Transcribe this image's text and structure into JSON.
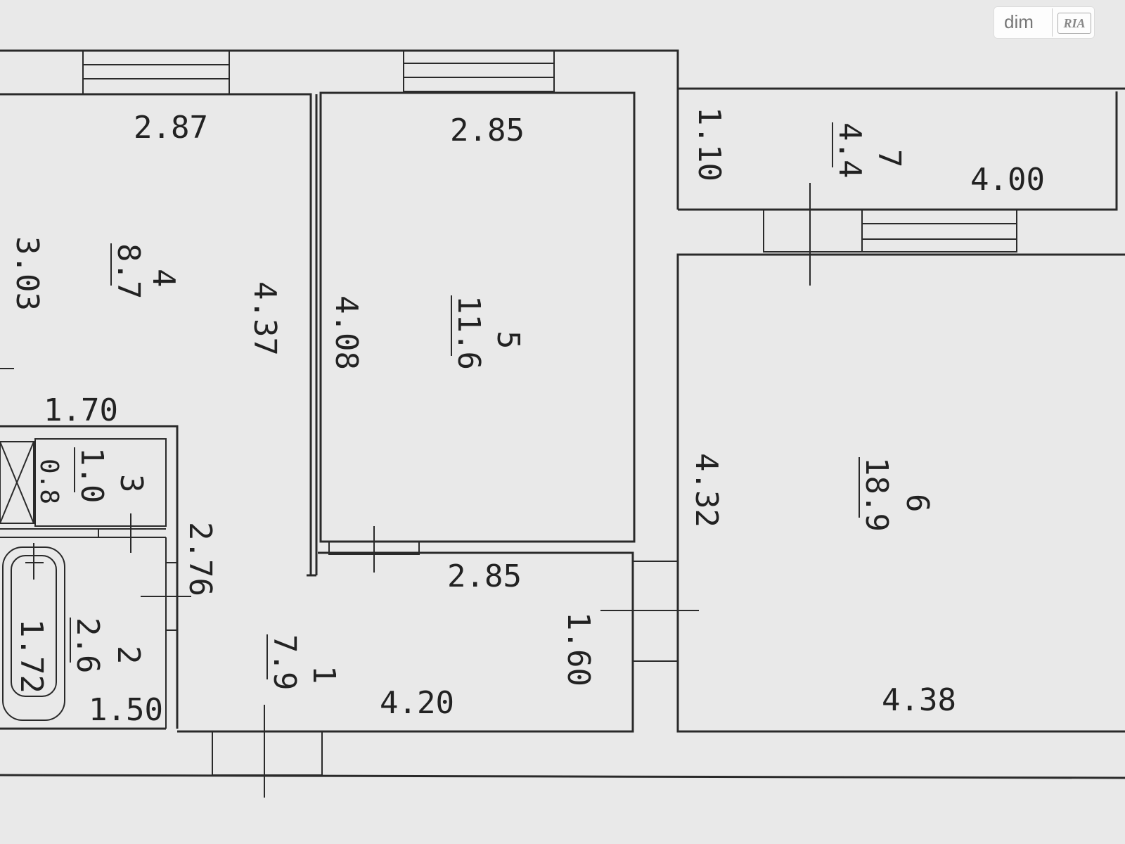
{
  "watermark": {
    "left": "dim",
    "right": "RIA"
  },
  "rooms": [
    {
      "id": "room-1",
      "number": "1",
      "area": "7.9"
    },
    {
      "id": "room-2",
      "number": "2",
      "area": "2.6"
    },
    {
      "id": "room-3",
      "number": "3",
      "area": "1.0"
    },
    {
      "id": "room-4",
      "number": "4",
      "area": "8.7"
    },
    {
      "id": "room-5",
      "number": "5",
      "area": "11.6"
    },
    {
      "id": "room-6",
      "number": "6",
      "area": "18.9"
    },
    {
      "id": "room-7",
      "number": "7",
      "area": "4.4"
    }
  ],
  "dimensions": {
    "d_287": "2.87",
    "d_303": "3.03",
    "d_437": "4.37",
    "d_170": "1.70",
    "d_08": "0.8",
    "d_276": "2.76",
    "d_172": "1.72",
    "d_150": "1.50",
    "d_285_top": "2.85",
    "d_408": "4.08",
    "d_285_mid": "2.85",
    "d_160": "1.60",
    "d_420": "4.20",
    "d_110": "1.10",
    "d_400": "4.00",
    "d_432": "4.32",
    "d_438": "4.38"
  }
}
